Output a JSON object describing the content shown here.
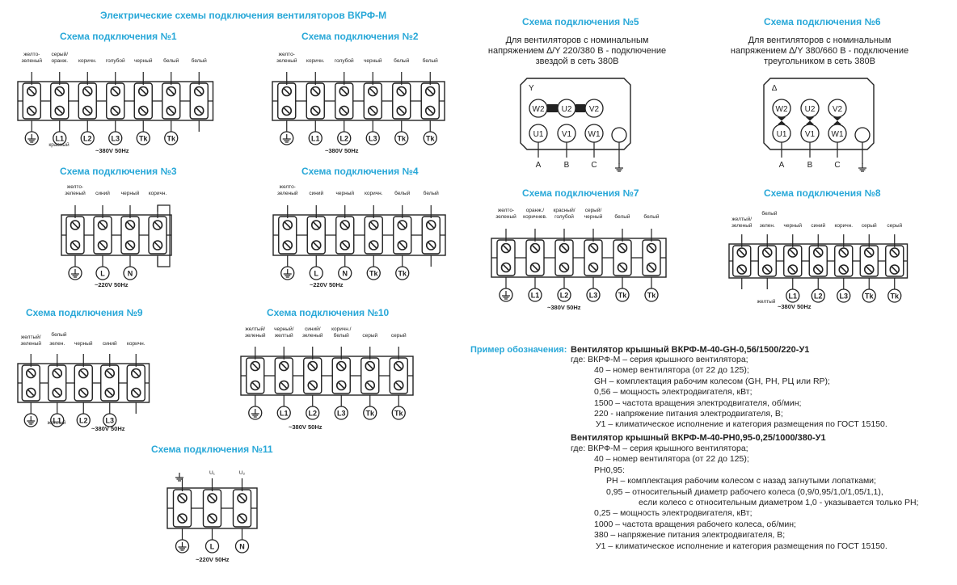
{
  "title": "Электрические схемы подключения вентиляторов ВКРФ-М",
  "freq_380": "~380V 50Hz",
  "freq_220": "~220V 50Hz",
  "schemes": [
    {
      "title": "Схема подключения №1",
      "top": [
        "желто-\nзеленый",
        "серый/\nоранж.",
        "коричн.",
        "голубой",
        "черный",
        "белый",
        "белый"
      ],
      "bottom": [
        "",
        "L1",
        "L2",
        "L3",
        "Tk",
        "Tk"
      ],
      "extra_bottom": "красный"
    },
    {
      "title": "Схема подключения №2",
      "top": [
        "желто-\nзеленый",
        "коричн.",
        "голубой",
        "черный",
        "белый",
        "белый"
      ],
      "bottom": [
        "",
        "L1",
        "L2",
        "L3",
        "Tk",
        "Tk"
      ]
    },
    {
      "title": "Схема подключения №3",
      "top": [
        "желто-\nзеленый",
        "синий",
        "черный",
        "коричн."
      ],
      "bottom": [
        "",
        "L",
        "N"
      ]
    },
    {
      "title": "Схема подключения №4",
      "top": [
        "желто-\nзеленый",
        "синий",
        "черный",
        "коричн.",
        "белый",
        "белый"
      ],
      "bottom": [
        "",
        "L",
        "N",
        "Tk",
        "Tk"
      ]
    },
    {
      "title": "Схема подключения №5",
      "intro": "Для вентиляторов с номинальным\nнапряжением ∆/Y 220/380 В - подключение\nзвездой в сеть 380В",
      "mark": "Y",
      "upper": [
        "W2",
        "U2",
        "V2"
      ],
      "lower": [
        "U1",
        "V1",
        "W1"
      ],
      "phases": [
        "A",
        "B",
        "C"
      ]
    },
    {
      "title": "Схема подключения №6",
      "intro": "Для вентиляторов с номинальным\nнапряжением ∆/Y 380/660 В - подключение\nтреугольником в сеть 380В",
      "mark": "∆",
      "upper": [
        "W2",
        "U2",
        "V2"
      ],
      "lower": [
        "U1",
        "V1",
        "W1"
      ],
      "phases": [
        "A",
        "B",
        "C"
      ]
    },
    {
      "title": "Схема подключения №7",
      "top": [
        "желто-\nзеленый",
        "оранж./\nкоричнев.",
        "красный/\nголубой",
        "серый/\nчерный",
        "белый",
        "белый"
      ],
      "bottom": [
        "",
        "L1",
        "L2",
        "L3",
        "Tk",
        "Tk"
      ]
    },
    {
      "title": "Схема подключения №8",
      "top": [
        "желтый/\nзеленый",
        "белый",
        "зелен.",
        "черный",
        "синий",
        "коричн.",
        "серый",
        "серый"
      ],
      "bottom": [
        "L1",
        "L2",
        "L3",
        "Tk",
        "Tk"
      ],
      "extra_bottom": "желтый"
    },
    {
      "title": "Схема подключения №9",
      "top": [
        "желтый/\nзеленый",
        "белый",
        "зелен.",
        "черный",
        "синий",
        "коричн."
      ],
      "bottom": [
        "",
        "L1",
        "L2",
        "L3"
      ],
      "extra_bottom": "желтый"
    },
    {
      "title": "Схема подключения №10",
      "top": [
        "желтый/\nзеленый",
        "черный/\nжелтый",
        "синий/\nзеленый",
        "коричн./\nбелый",
        "серый",
        "серый"
      ],
      "bottom": [
        "",
        "L1",
        "L2",
        "L3",
        "Tk",
        "Tk"
      ]
    },
    {
      "title": "Схема подключения №11",
      "top": [
        "U₁",
        "U₂"
      ],
      "bottom": [
        "",
        "L",
        "N"
      ]
    }
  ],
  "example": {
    "key": "Пример обозначения:",
    "title1": "Вентилятор крышный ВКРФ-М-40-GH-0,56/1500/220-У1",
    "lines1": [
      "где:    ВКРФ-М – серия крышного вентилятора;",
      "40 – номер вентилятора (от 22 до 125);",
      "GH – комплектация рабочим колесом (GH, PH, РЦ или RP);",
      "0,56 – мощность электродвигателя, кВт;",
      "1500 – частота вращения электродвигателя, об/мин;",
      "220 - напряжение питания электродвигателя, В;",
      " У1 – климатическое исполнение и категория размещения по ГОСТ 15150."
    ],
    "title2": "Вентилятор крышный ВКРФ-М-40-РН0,95-0,25/1000/380-У1",
    "lines2": [
      "где:    ВКРФ-М – серия крышного вентилятора;",
      "40 – номер вентилятора (от 22 до 125);",
      "РН0,95:",
      "РН – комплектация рабочим колесом с назад загнутыми лопатками;",
      "0,95 – относительный диаметр рабочего колеса (0,9/0,95/1,0/1,05/1,1),",
      "если колесо с относительным диаметром 1,0 - указывается только РН;",
      "0,25 – мощность электродвигателя, кВт;",
      "1000 – частота вращения рабочего колеса, об/мин;",
      "380 – напряжение питания электродвигателя, В;",
      " У1 – климатическое исполнение и категория размещения по ГОСТ 15150."
    ]
  }
}
